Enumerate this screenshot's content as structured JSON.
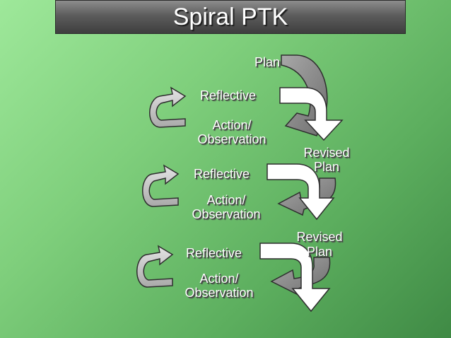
{
  "title": "Spiral PTK",
  "diagram": {
    "plan": "Plan",
    "cycles": [
      {
        "reflective": "Reflective",
        "action_line1": "Action/",
        "action_line2": "Observation"
      },
      {
        "reflective": "Reflective",
        "action_line1": "Action/",
        "action_line2": "Observation"
      },
      {
        "reflective": "Reflective",
        "action_line1": "Action/",
        "action_line2": "Observation"
      }
    ],
    "revised_plans": [
      {
        "line1": "Revised",
        "line2": "Plan"
      },
      {
        "line1": "Revised",
        "line2": "Plan"
      }
    ]
  },
  "colors": {
    "background": "#7fcf7c",
    "arrow_gray": "#8c8c8c",
    "arrow_light": "#c8c8c8",
    "arrow_white": "#ffffff"
  }
}
